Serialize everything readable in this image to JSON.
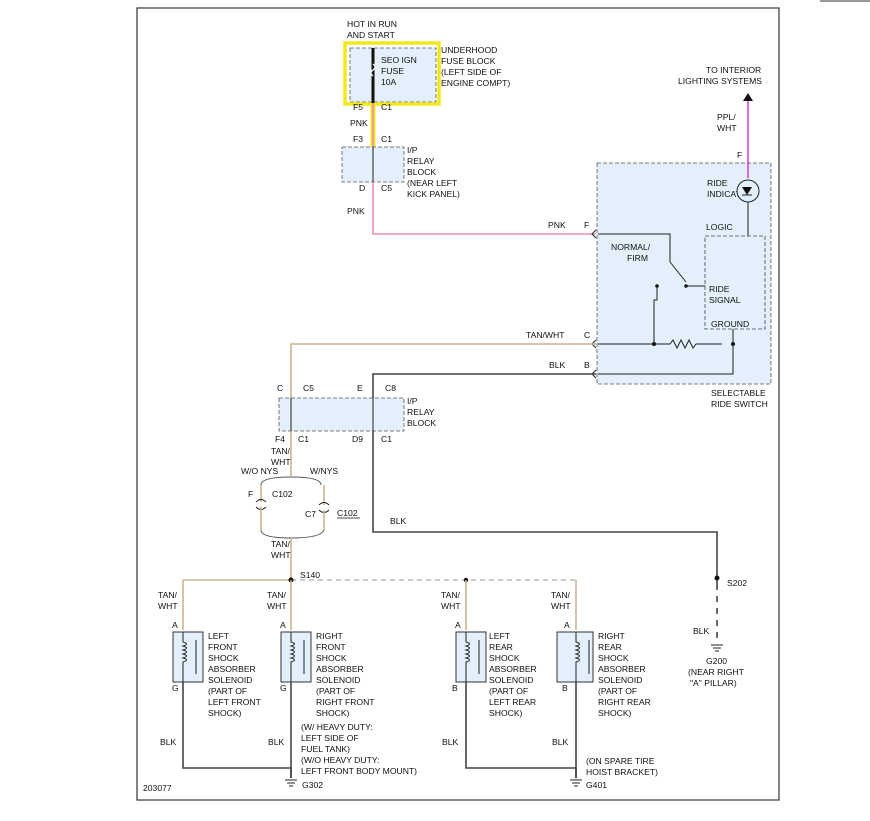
{
  "diagram_id": "203077",
  "top": {
    "hot_line1": "HOT IN RUN",
    "hot_line2": "AND START",
    "fuse_l1": "SEO IGN",
    "fuse_l2": "FUSE",
    "fuse_l3": "10A",
    "ufb_l1": "UNDERHOOD",
    "ufb_l2": "FUSE BLOCK",
    "ufb_l3": "(LEFT SIDE OF",
    "ufb_l4": "ENGINE COMPT)",
    "f5": "F5",
    "c1a": "C1",
    "pnk1": "PNK",
    "f3": "F3",
    "c1b": "C1",
    "relay_l1": "I/P",
    "relay_l2": "RELAY",
    "relay_l3": "BLOCK",
    "relay_l4": "(NEAR LEFT",
    "relay_l5": "KICK PANEL)",
    "d": "D",
    "c5a": "C5",
    "pnk2": "PNK",
    "pnk3": "PNK"
  },
  "switch": {
    "to_int_l1": "TO INTERIOR",
    "to_int_l2": "LIGHTING SYSTEMS",
    "ppl_l1": "PPL/",
    "ppl_l2": "WHT",
    "f_top": "F",
    "ride_ind_l1": "RIDE",
    "ride_ind_l2": "INDICATOR",
    "f_pin": "F",
    "logic": "LOGIC",
    "normal_l1": "NORMAL/",
    "normal_l2": "FIRM",
    "ride_sig_l1": "RIDE",
    "ride_sig_l2": "SIGNAL",
    "ground": "GROUND",
    "tanwht": "TAN/WHT",
    "c_pin": "C",
    "blk": "BLK",
    "b_pin": "B",
    "name_l1": "SELECTABLE",
    "name_l2": "RIDE SWITCH"
  },
  "mid": {
    "c_l": "C",
    "c5": "C5",
    "e": "E",
    "c8": "C8",
    "relay_l1": "I/P",
    "relay_l2": "RELAY",
    "relay_l3": "BLOCK",
    "f4": "F4",
    "c1a": "C1",
    "d9": "D9",
    "c1b": "C1",
    "tan_l1": "TAN/",
    "tan_l2": "WHT",
    "wo_nys": "W/O NYS",
    "w_nys": "W/NYS",
    "f": "F",
    "c102a": "C102",
    "c7": "C7",
    "c102b": "C102",
    "tan2_l1": "TAN/",
    "tan2_l2": "WHT",
    "blk": "BLK",
    "s140": "S140",
    "s202": "S202",
    "blk2": "BLK",
    "g200_l1": "G200",
    "g200_l2": "(NEAR RIGHT",
    "g200_l3": "\"A\" PILLAR)"
  },
  "shocks": [
    {
      "wire_l1": "TAN/",
      "wire_l2": "WHT",
      "pin_top": "A",
      "pin_bot": "G",
      "lines": [
        "LEFT",
        "FRONT",
        "SHOCK",
        "ABSORBER",
        "SOLENOID",
        "(PART OF",
        "LEFT FRONT",
        "SHOCK)"
      ],
      "blk": "BLK"
    },
    {
      "wire_l1": "TAN/",
      "wire_l2": "WHT",
      "pin_top": "A",
      "pin_bot": "G",
      "lines": [
        "RIGHT",
        "FRONT",
        "SHOCK",
        "ABSORBER",
        "SOLENOID",
        "(PART OF",
        "RIGHT FRONT",
        "SHOCK)"
      ],
      "blk": "BLK"
    },
    {
      "wire_l1": "TAN/",
      "wire_l2": "WHT",
      "pin_top": "A",
      "pin_bot": "B",
      "lines": [
        "LEFT",
        "REAR",
        "SHOCK",
        "ABSORBER",
        "SOLENOID",
        "(PART OF",
        "LEFT REAR",
        "SHOCK)"
      ],
      "blk": "BLK"
    },
    {
      "wire_l1": "TAN/",
      "wire_l2": "WHT",
      "pin_top": "A",
      "pin_bot": "B",
      "lines": [
        "RIGHT",
        "REAR",
        "SHOCK",
        "ABSORBER",
        "SOLENOID",
        "(PART OF",
        "RIGHT REAR",
        "SHOCK)"
      ],
      "blk": "BLK"
    }
  ],
  "bottom": {
    "hd_l1": "(W/ HEAVY DUTY:",
    "hd_l2": "LEFT SIDE OF",
    "hd_l3": "FUEL TANK)",
    "hd_l4": "(W/O HEAVY DUTY:",
    "hd_l5": "LEFT FRONT BODY MOUNT)",
    "g302": "G302",
    "spare_l1": "(ON SPARE TIRE",
    "spare_l2": "HOIST BRACKET)",
    "g401": "G401"
  }
}
